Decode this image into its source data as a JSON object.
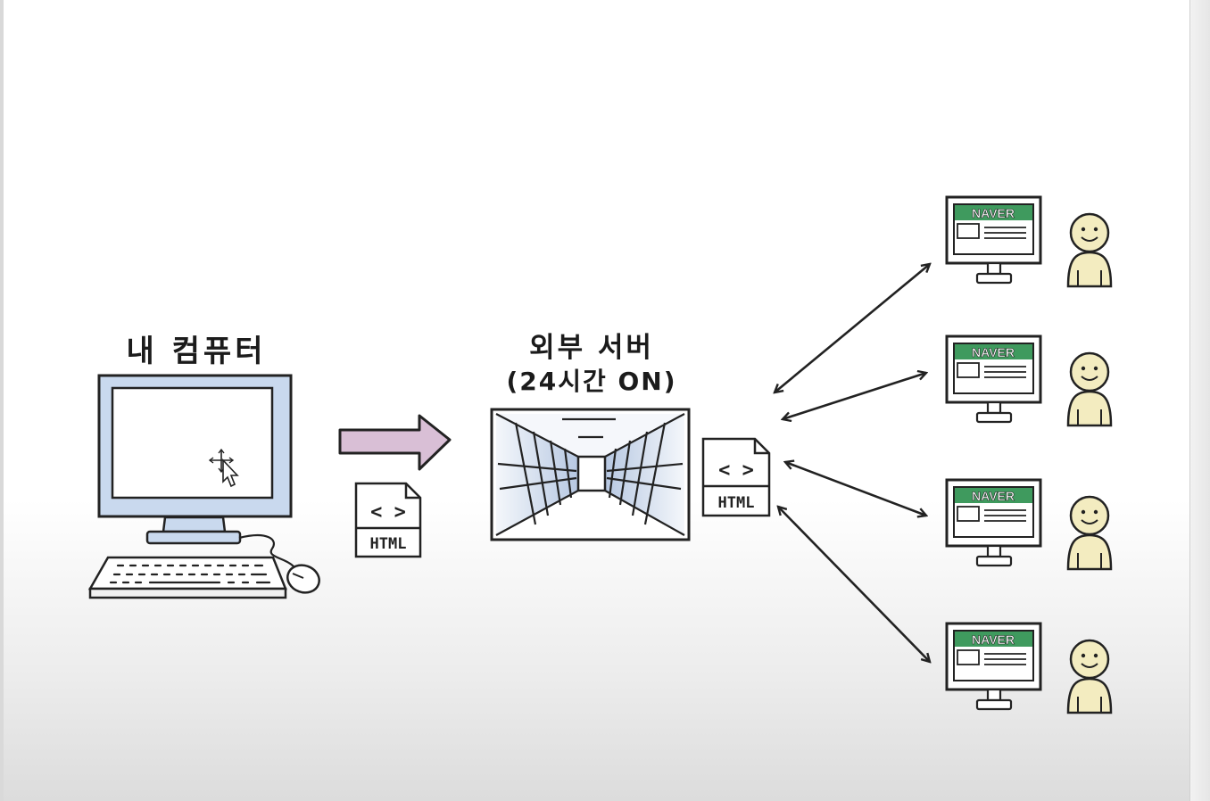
{
  "labels": {
    "my_computer": "내 컴퓨터",
    "server_title": "외부 서버",
    "server_subtitle": "(24시간 ON)"
  },
  "documents": {
    "left": {
      "glyph": "< >",
      "tag": "HTML"
    },
    "right": {
      "glyph": "< >",
      "tag": "HTML"
    }
  },
  "clients": [
    {
      "brand": "NAVER"
    },
    {
      "brand": "NAVER"
    },
    {
      "brand": "NAVER"
    },
    {
      "brand": "NAVER"
    }
  ],
  "colors": {
    "monitor_frame": "#c9d9ee",
    "upload_arrow": "#d9bfd6",
    "naver_green": "#3f9a5e",
    "person": "#f3ecc0"
  }
}
